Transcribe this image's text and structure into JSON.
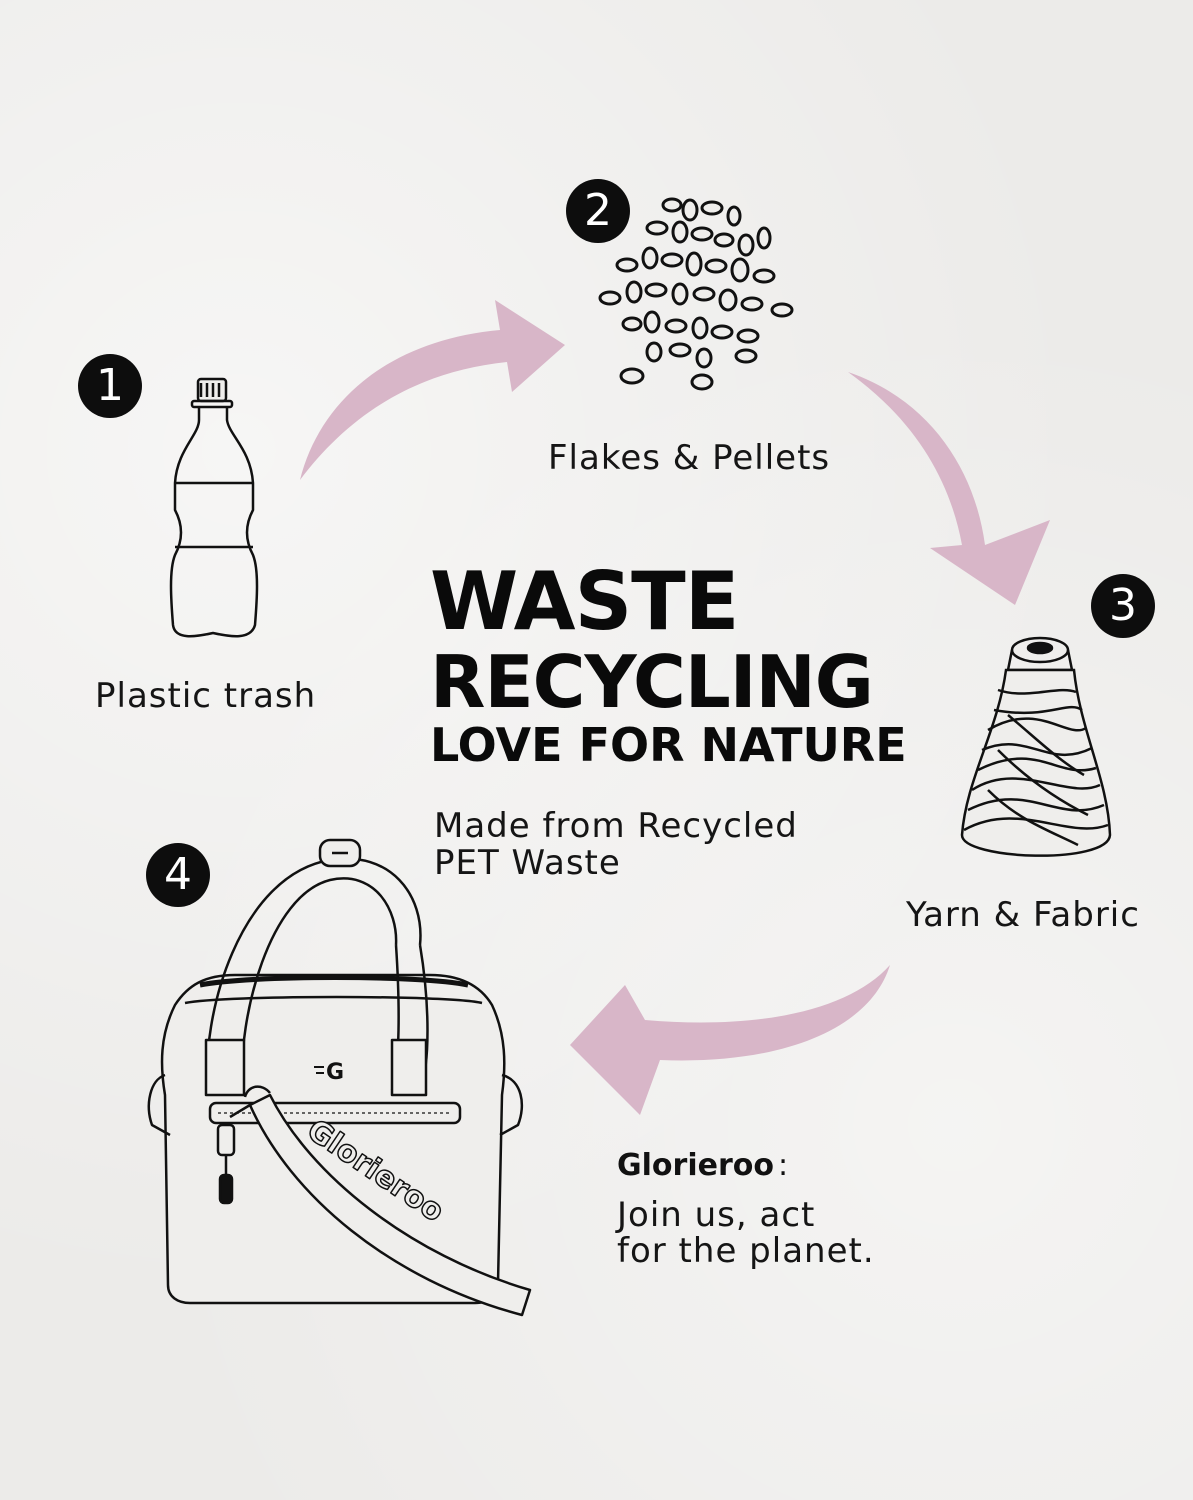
{
  "steps": [
    {
      "number": "1",
      "label": "Plastic trash"
    },
    {
      "number": "2",
      "label": "Flakes & Pellets"
    },
    {
      "number": "3",
      "label": "Yarn & Fabric"
    },
    {
      "number": "4",
      "label": ""
    }
  ],
  "title": {
    "line1": "WASTE",
    "line2": "RECYCLING",
    "line3": "LOVE FOR NATURE"
  },
  "subtitle": {
    "line1": "Made from Recycled",
    "line2": "PET Waste"
  },
  "brand": {
    "name": "Glorieroo",
    "suffix": ":",
    "tagline_line1": "Join us, act",
    "tagline_line2": "for the planet.",
    "strap_text": "Glorieroo",
    "logo_letter": "G"
  },
  "colors": {
    "arrow": "#d8b6c8",
    "badge": "#0d0d0d",
    "text": "#111111",
    "background": "#ecebe9"
  },
  "icons": [
    "bottle-icon",
    "pellets-icon",
    "yarn-spool-icon",
    "bag-icon",
    "arrow-icon"
  ]
}
